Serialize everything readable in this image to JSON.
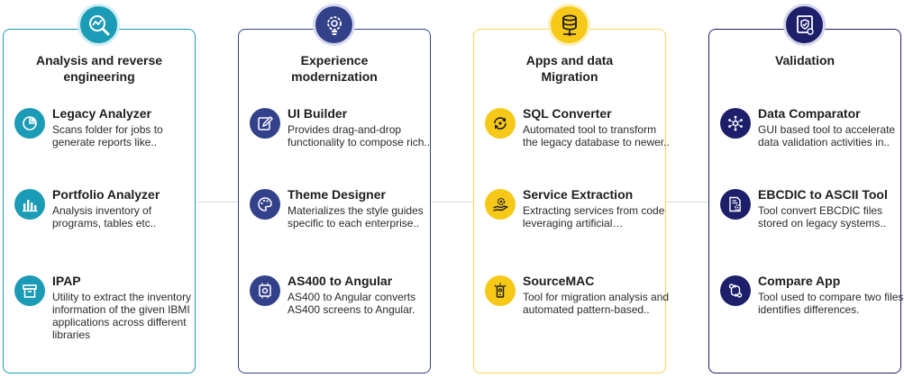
{
  "colors": {
    "teal": "#1b9bb5",
    "indigo": "#33418a",
    "yellow": "#f6c818",
    "navy": "#1e1f6b"
  },
  "columns": [
    {
      "title": "Analysis and reverse\nengineering",
      "icon": "analytics-magnifier-icon",
      "items": [
        {
          "title": "Legacy Analyzer",
          "desc": "Scans folder for jobs to generate reports like..",
          "icon": "pie-chart-icon"
        },
        {
          "title": "Portfolio Analyzer",
          "desc": "Analysis inventory of programs, tables etc..",
          "icon": "bar-chart-icon"
        },
        {
          "title": "IPAP",
          "desc": "Utility to extract the inventory information of the given IBMI applications across different libraries",
          "icon": "archive-box-icon"
        }
      ]
    },
    {
      "title": "Experience\nmodernization",
      "icon": "lightbulb-gear-icon",
      "items": [
        {
          "title": "UI Builder",
          "desc": "Provides drag-and-drop functionality to compose rich..",
          "icon": "edit-pencil-icon"
        },
        {
          "title": "Theme Designer",
          "desc": "Materializes the style guides specific to each enterprise..",
          "icon": "palette-icon"
        },
        {
          "title": "AS400 to Angular",
          "desc": "AS400 to Angular converts AS400 screens to Angular.",
          "icon": "chip-icon"
        }
      ]
    },
    {
      "title": "Apps and data\nMigration",
      "icon": "database-network-icon",
      "items": [
        {
          "title": "SQL Converter",
          "desc": "Automated tool to transform the legacy database to newer..",
          "icon": "sync-arrows-icon"
        },
        {
          "title": "Service Extraction",
          "desc": "Extracting services from code leveraging artificial…",
          "icon": "hand-gear-icon"
        },
        {
          "title": "SourceMAC",
          "desc": "Tool for migration analysis and automated pattern-based..",
          "icon": "phone-gear-icon"
        }
      ]
    },
    {
      "title": "Validation",
      "icon": "certificate-icon",
      "items": [
        {
          "title": "Data Comparator",
          "desc": "GUI based tool to accelerate data validation activities in..",
          "icon": "network-hub-icon"
        },
        {
          "title": "EBCDIC to ASCII Tool",
          "desc": "Tool convert EBCDIC files stored on legacy systems..",
          "icon": "document-gear-icon"
        },
        {
          "title": "Compare App",
          "desc": "Tool used to compare two files identifies differences.",
          "icon": "git-compare-icon"
        }
      ]
    }
  ]
}
